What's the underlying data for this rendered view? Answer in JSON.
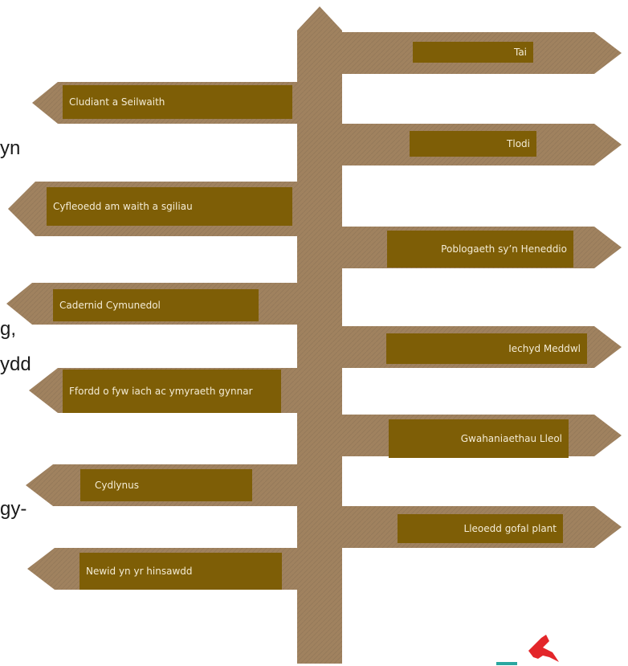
{
  "colors": {
    "post": "#a0825f",
    "post_shadow": "#8c7050",
    "label_fill": "#7e5e06",
    "label_text": "#f4ecd6",
    "logo_red": "#e3262a",
    "logo_teal": "#2aa7a0"
  },
  "signs_right": [
    {
      "label": "Tai"
    },
    {
      "label": "Tlodi"
    },
    {
      "label": "Poblogaeth sy’n Heneddio"
    },
    {
      "label": "Iechyd Meddwl"
    },
    {
      "label": "Gwahaniaethau Lleol"
    },
    {
      "label": "Lleoedd gofal plant"
    }
  ],
  "signs_left": [
    {
      "label": "Cludiant a Seilwaith"
    },
    {
      "label": "Cyfleoedd am waith a sgiliau"
    },
    {
      "label": "Cadernid Cymunedol"
    },
    {
      "label": "Ffordd o fyw iach ac ymyraeth gynnar"
    },
    {
      "label": "Cydlynus"
    },
    {
      "label": "Newid yn yr hinsawdd"
    }
  ],
  "background_text": {
    "frag1": "yn",
    "frag2": "g,",
    "frag3": "ydd",
    "frag4": "gy-"
  },
  "logo": {
    "icon": "red-kite-icon"
  }
}
